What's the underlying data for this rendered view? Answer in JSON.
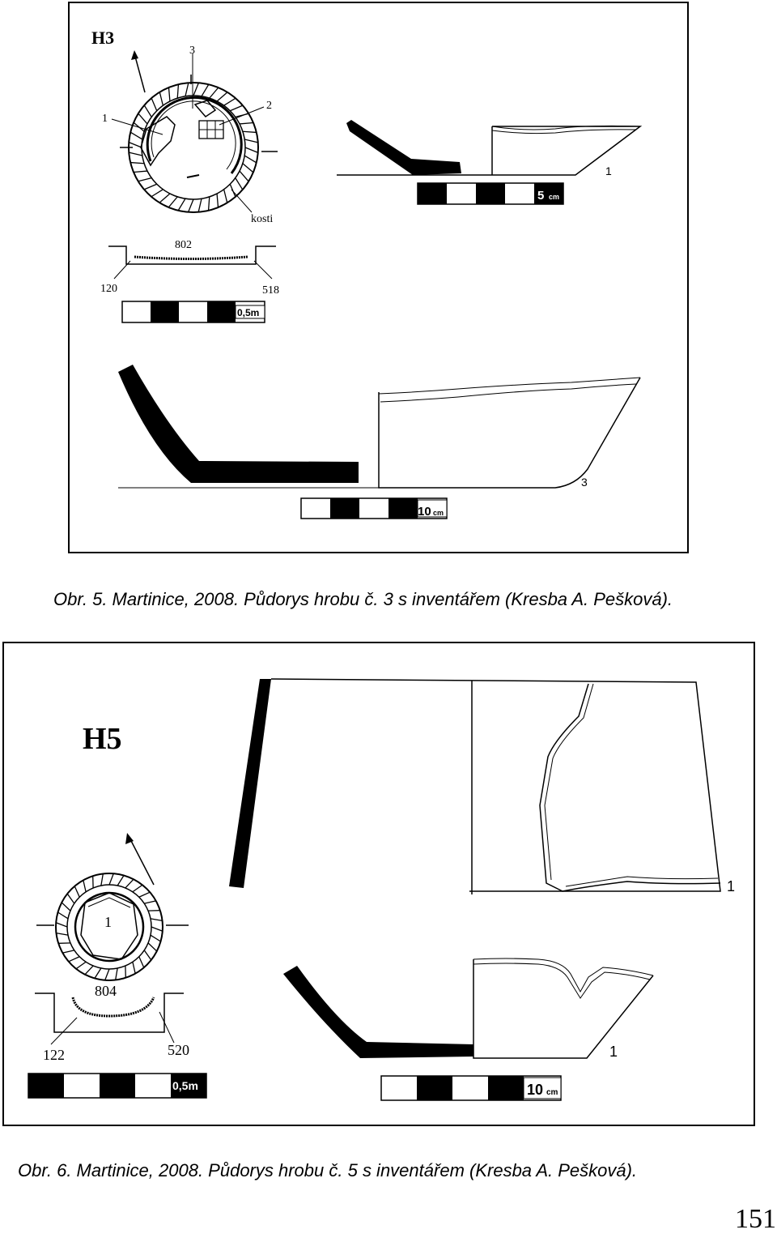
{
  "figure1": {
    "grave_label": "H3",
    "plan_labels": {
      "n1": "1",
      "n2": "2",
      "n3": "3",
      "bones": "kosti"
    },
    "section_labels": {
      "depth": "802",
      "left": "120",
      "right": "518"
    },
    "scale_plan": "0,5m",
    "vessel1_label": "1",
    "scale_vessel1": "5",
    "scale_vessel1_unit": "cm",
    "vessel3_label": "3",
    "scale_vessel3": "10",
    "scale_vessel3_unit": "cm",
    "caption": "Obr. 5. Martinice, 2008. Půdorys hrobu č. 3 s inventářem (Kresba A. Pešková)."
  },
  "figure2": {
    "grave_label": "H5",
    "plan_labels": {
      "n1": "1"
    },
    "section_labels": {
      "depth": "804",
      "left": "122",
      "right": "520"
    },
    "scale_plan": "0,5m",
    "vessel_top_label": "1",
    "vessel_bottom_label": "1",
    "scale_vessel": "10",
    "scale_vessel_unit": "cm",
    "caption": "Obr. 6. Martinice, 2008. Půdorys hrobu č. 5 s inventářem (Kresba A. Pešková)."
  },
  "page_number": "151"
}
